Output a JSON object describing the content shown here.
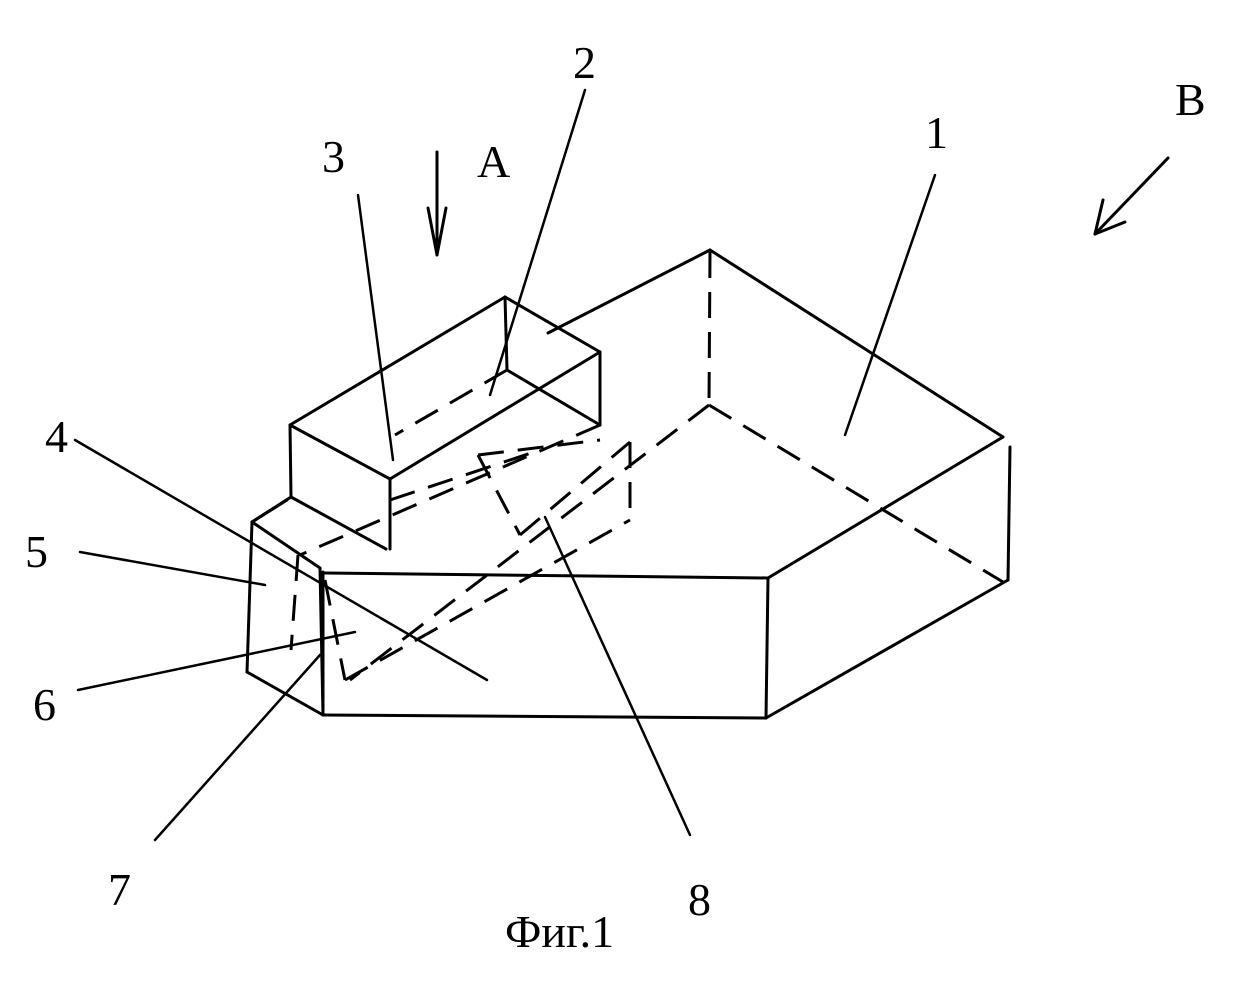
{
  "figure": {
    "caption": "Фиг.1",
    "labels": {
      "n1": "1",
      "n2": "2",
      "n3": "3",
      "n4": "4",
      "n5": "5",
      "n6": "6",
      "n7": "7",
      "n8": "8",
      "A": "A",
      "B": "B"
    }
  }
}
